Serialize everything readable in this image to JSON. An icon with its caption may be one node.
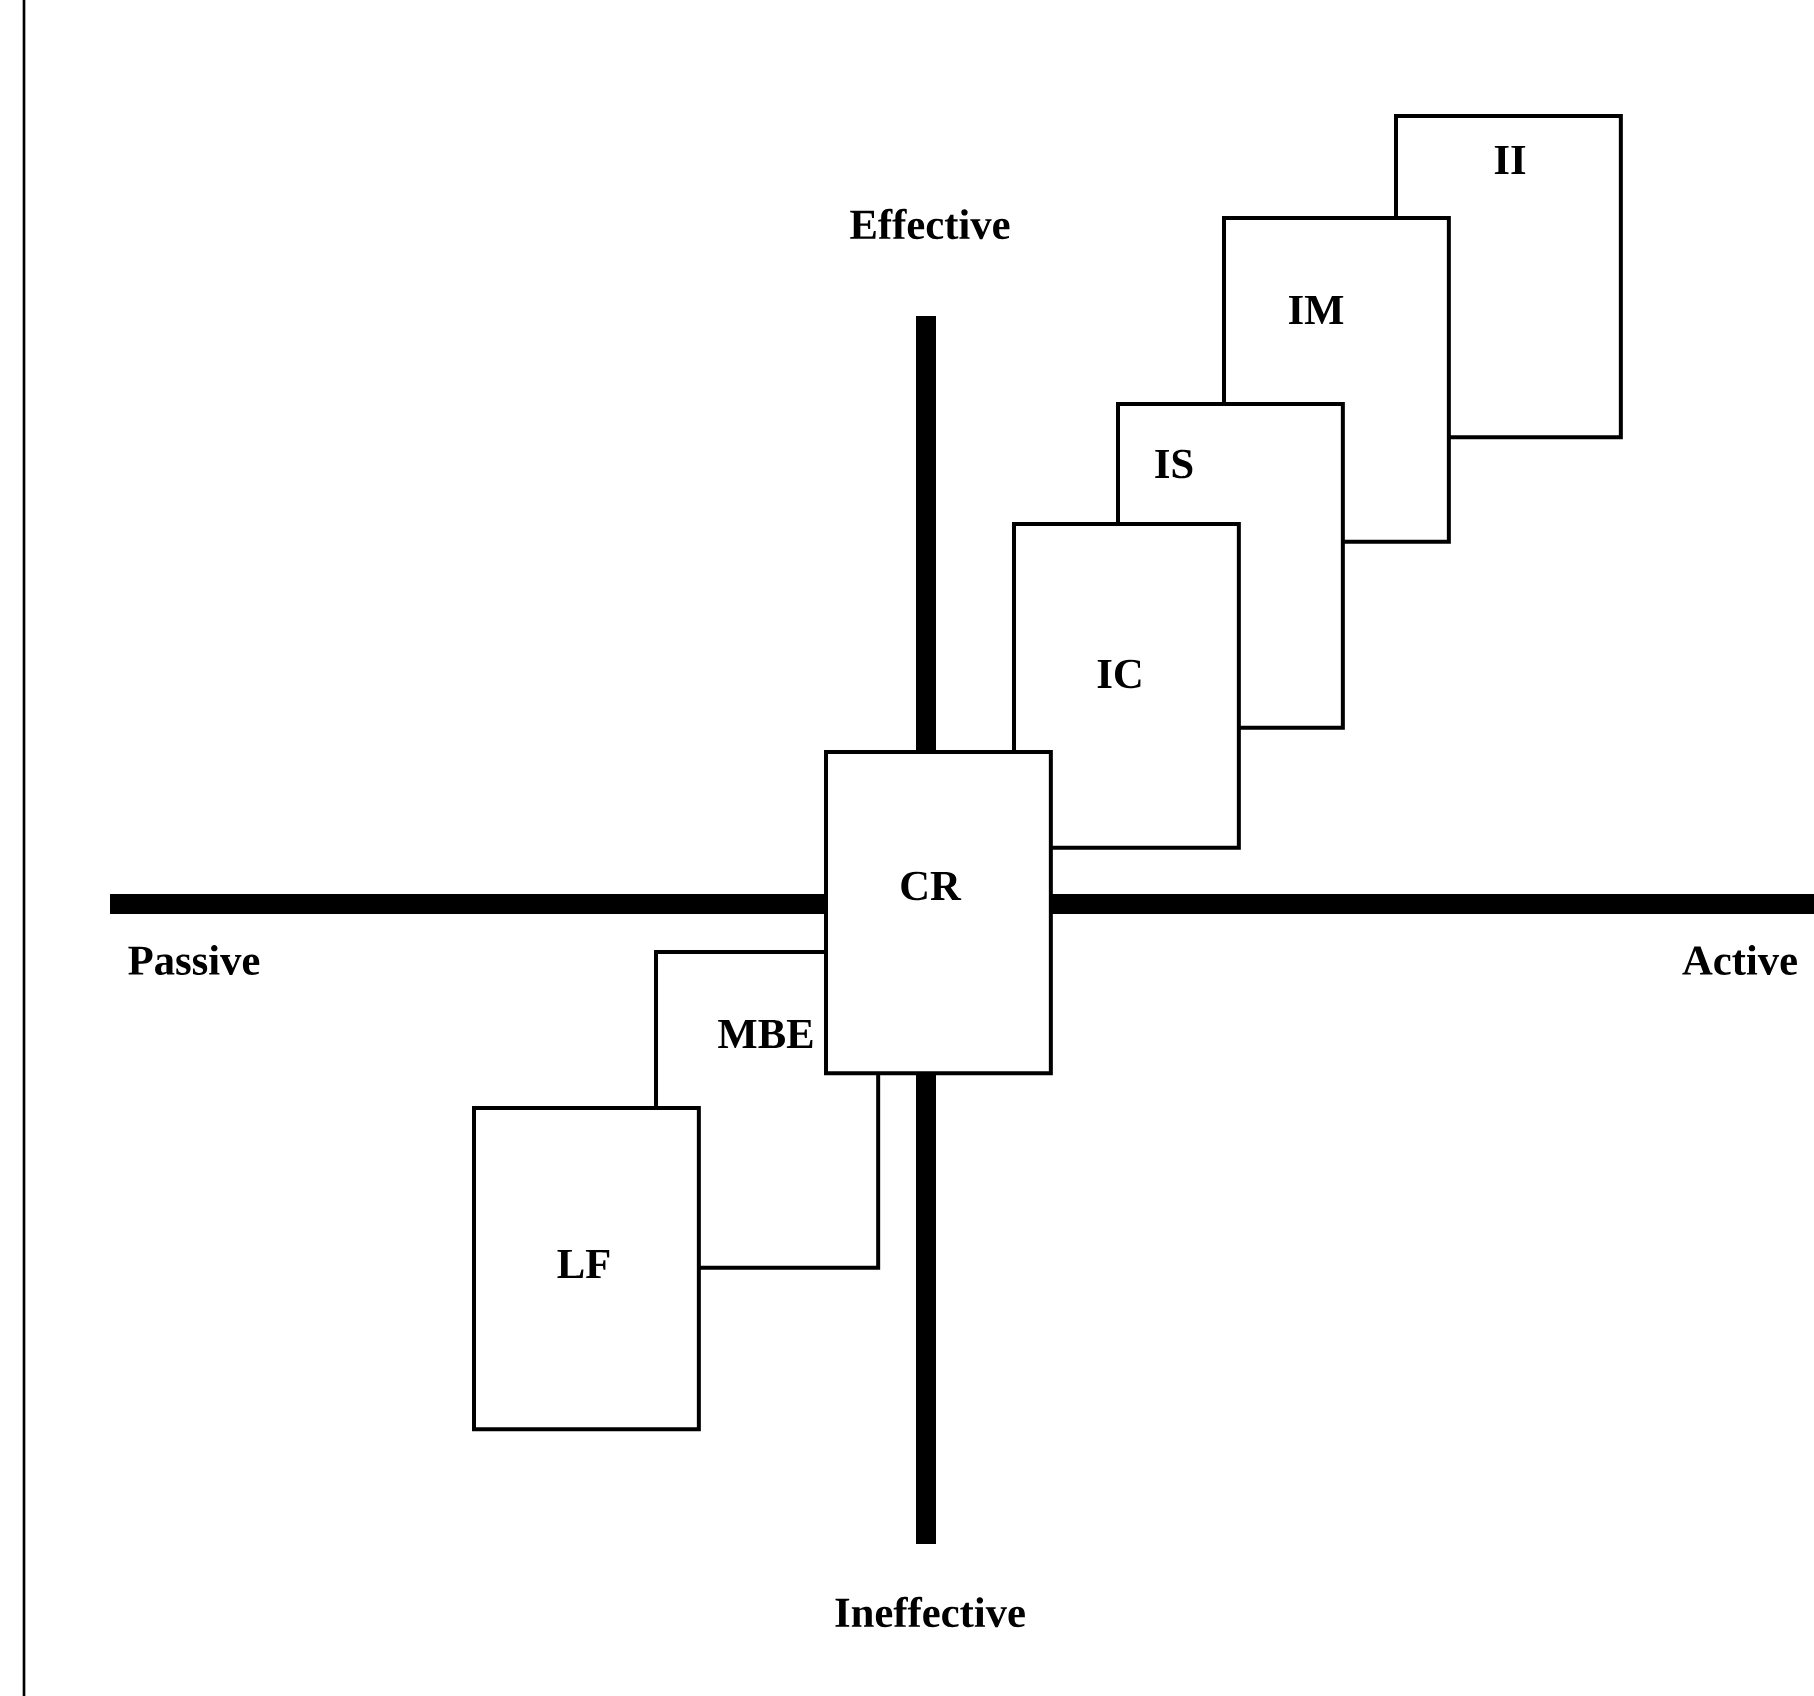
{
  "diagram": {
    "nodes": [
      {
        "text": [
          "II"
        ]
      },
      {
        "text": [
          "IM"
        ]
      },
      {
        "text": [
          "IS"
        ]
      },
      {
        "text": [
          "IC"
        ]
      },
      {
        "text": [
          "CR"
        ]
      },
      {
        "text": [
          "MBE"
        ]
      },
      {
        "text": [
          "LF"
        ]
      }
    ],
    "labels": [
      "Effective",
      "Passive",
      "Active",
      "Ineffective"
    ]
  }
}
